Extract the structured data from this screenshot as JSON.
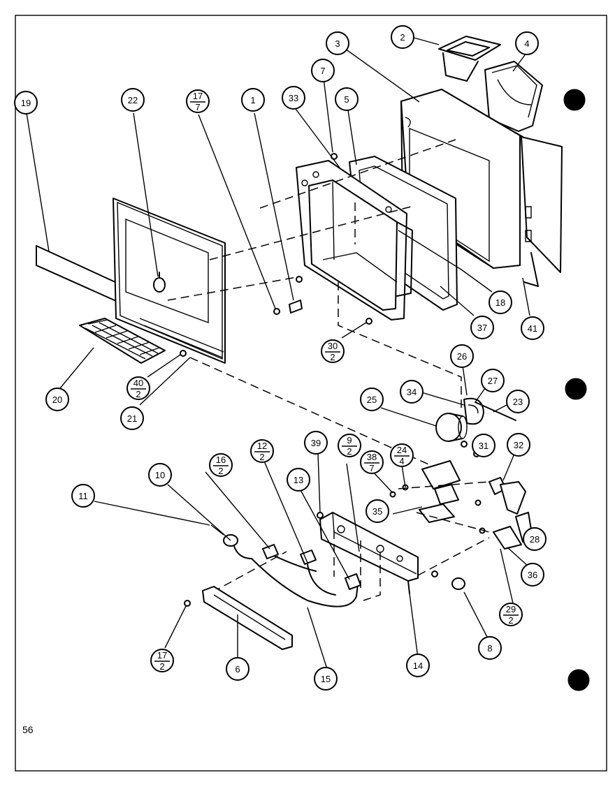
{
  "page_number": "56",
  "callouts": [
    {
      "id": "c2",
      "label": "2"
    },
    {
      "id": "c3",
      "label": "3"
    },
    {
      "id": "c4",
      "label": "4"
    },
    {
      "id": "c19",
      "label": "19"
    },
    {
      "id": "c22",
      "label": "22"
    },
    {
      "id": "c17a",
      "label": "17",
      "qty": "7"
    },
    {
      "id": "c1",
      "label": "1"
    },
    {
      "id": "c33",
      "label": "33"
    },
    {
      "id": "c7",
      "label": "7"
    },
    {
      "id": "c5",
      "label": "5"
    },
    {
      "id": "c18",
      "label": "18"
    },
    {
      "id": "c37",
      "label": "37"
    },
    {
      "id": "c41",
      "label": "41"
    },
    {
      "id": "c30",
      "label": "30",
      "qty": "2"
    },
    {
      "id": "c20",
      "label": "20"
    },
    {
      "id": "c40",
      "label": "40",
      "qty": "2"
    },
    {
      "id": "c21",
      "label": "21"
    },
    {
      "id": "c26",
      "label": "26"
    },
    {
      "id": "c27",
      "label": "27"
    },
    {
      "id": "c34",
      "label": "34"
    },
    {
      "id": "c23",
      "label": "23"
    },
    {
      "id": "c25",
      "label": "25"
    },
    {
      "id": "c31",
      "label": "31"
    },
    {
      "id": "c32",
      "label": "32"
    },
    {
      "id": "c39",
      "label": "39"
    },
    {
      "id": "c9",
      "label": "9",
      "qty": "2"
    },
    {
      "id": "c12",
      "label": "12",
      "qty": "2"
    },
    {
      "id": "c16",
      "label": "16",
      "qty": "2"
    },
    {
      "id": "c10",
      "label": "10"
    },
    {
      "id": "c11",
      "label": "11"
    },
    {
      "id": "c13",
      "label": "13"
    },
    {
      "id": "c38",
      "label": "38",
      "qty": "7"
    },
    {
      "id": "c24",
      "label": "24",
      "qty": "4"
    },
    {
      "id": "c35",
      "label": "35"
    },
    {
      "id": "c28",
      "label": "28"
    },
    {
      "id": "c36",
      "label": "36"
    },
    {
      "id": "c29",
      "label": "29",
      "qty": "2"
    },
    {
      "id": "c8",
      "label": "8"
    },
    {
      "id": "c14",
      "label": "14"
    },
    {
      "id": "c15",
      "label": "15"
    },
    {
      "id": "c6",
      "label": "6"
    },
    {
      "id": "c17b",
      "label": "17",
      "qty": "2"
    }
  ]
}
